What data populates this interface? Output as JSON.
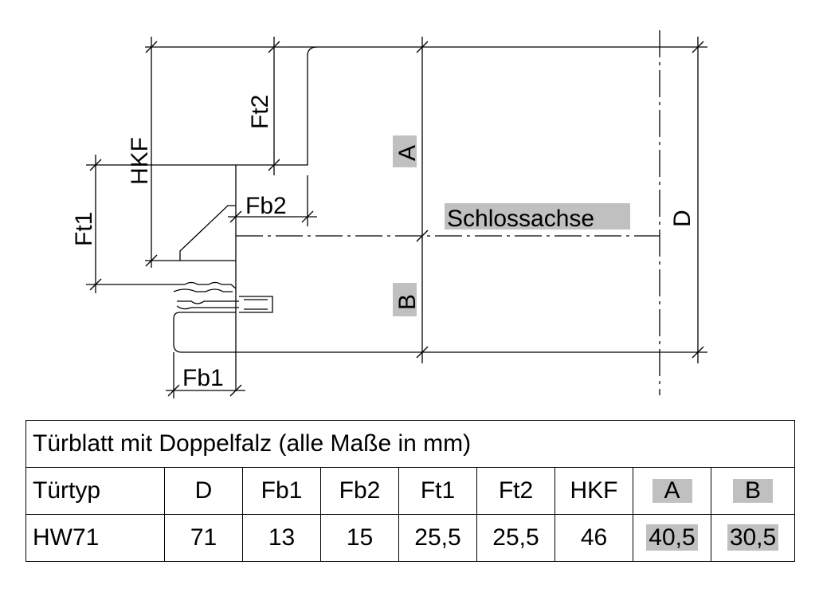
{
  "drawing": {
    "dimensions": {
      "ft2": "Ft2",
      "hkf": "HKF",
      "ft1": "Ft1",
      "fb2": "Fb2",
      "fb1": "Fb1",
      "a": "A",
      "b": "B",
      "d": "D"
    },
    "lock_axis_label": "Schlossachse",
    "highlight_color": "#c0c0c0"
  },
  "table": {
    "title": "Türblatt mit Doppelfalz (alle Maße in mm)",
    "headers": [
      "Türtyp",
      "D",
      "Fb1",
      "Fb2",
      "Ft1",
      "Ft2",
      "HKF",
      "A",
      "B"
    ],
    "rows": [
      [
        "HW71",
        "71",
        "13",
        "15",
        "25,5",
        "25,5",
        "46",
        "40,5",
        "30,5"
      ]
    ]
  }
}
